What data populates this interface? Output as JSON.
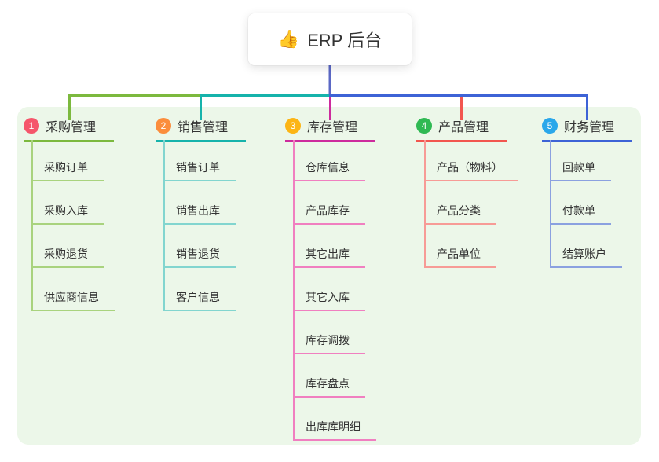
{
  "root": {
    "label": "ERP 后台",
    "icon": "👍"
  },
  "colors": {
    "page_bg": "#ffffff",
    "panel_bg": "#ecf7e9",
    "text": "#333333",
    "root_connector": "#5b68c5"
  },
  "branches": [
    {
      "index": "1",
      "label": "采购管理",
      "badge_color": "#f5566b",
      "line_color": "#7cb93e",
      "child_line_color": "#a9d37e",
      "children": [
        "采购订单",
        "采购入库",
        "采购退货",
        "供应商信息"
      ]
    },
    {
      "index": "2",
      "label": "销售管理",
      "badge_color": "#fb8d3c",
      "line_color": "#16b3ab",
      "child_line_color": "#82d5cf",
      "children": [
        "销售订单",
        "销售出库",
        "销售退货",
        "客户信息"
      ]
    },
    {
      "index": "3",
      "label": "库存管理",
      "badge_color": "#fcb515",
      "line_color": "#cd2b9d",
      "child_line_color": "#f07fc0",
      "children": [
        "仓库信息",
        "产品库存",
        "其它出库",
        "其它入库",
        "库存调拨",
        "库存盘点",
        "出库库明细"
      ]
    },
    {
      "index": "4",
      "label": "产品管理",
      "badge_color": "#2fb953",
      "line_color": "#f2564f",
      "child_line_color": "#f79b96",
      "children": [
        "产品（物料）",
        "产品分类",
        "产品单位"
      ]
    },
    {
      "index": "5",
      "label": "财务管理",
      "badge_color": "#2aa7ea",
      "line_color": "#3d63d6",
      "child_line_color": "#8ba1e0",
      "children": [
        "回款单",
        "付款单",
        "结算账户"
      ]
    }
  ]
}
